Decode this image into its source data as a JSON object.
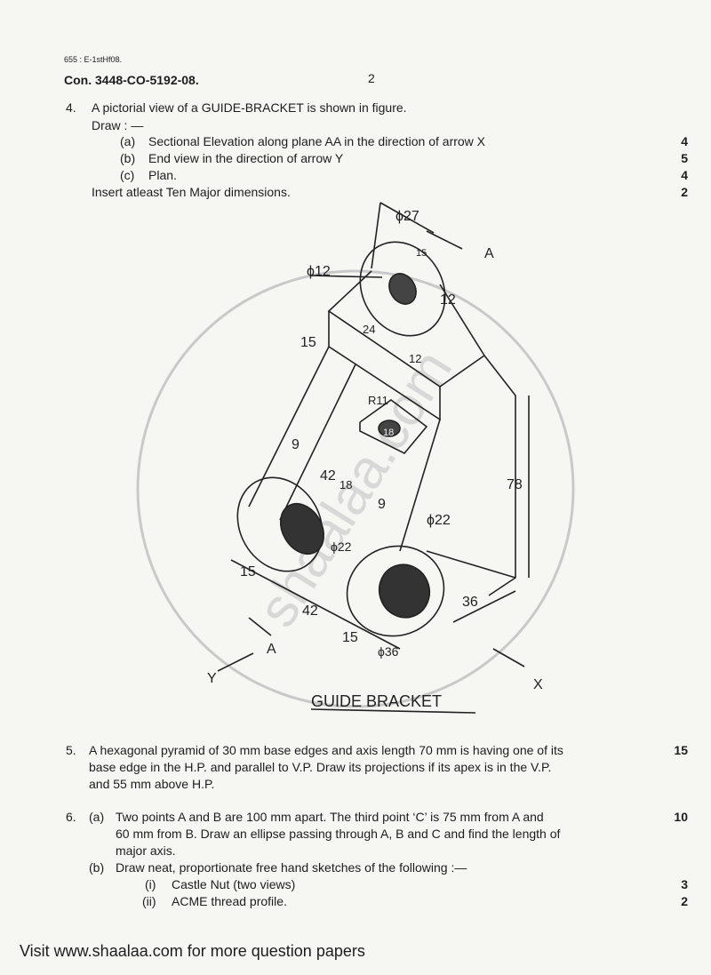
{
  "header": {
    "code": "655 : E-1stHf08.",
    "con": "Con. 3448-CO-5192-08.",
    "page": "2"
  },
  "q4": {
    "num": "4.",
    "text": "A pictorial view of a GUIDE-BRACKET is shown in figure.",
    "draw": "Draw : —",
    "parts": [
      {
        "label": "(a)",
        "text": "Sectional Elevation along plane AA in the direction of arrow X",
        "marks": "4"
      },
      {
        "label": "(b)",
        "text": "End view in the direction of arrow Y",
        "marks": "5"
      },
      {
        "label": "(c)",
        "text": "Plan.",
        "marks": "4"
      }
    ],
    "insert": "Insert atleast Ten Major dimensions.",
    "insert_marks": "2"
  },
  "figure": {
    "caption": "GUIDE BRACKET",
    "labels": {
      "d27": "ϕ27",
      "d12": "ϕ12",
      "n15a": "15",
      "n12a": "12",
      "n24": "24",
      "n15b": "15",
      "n12b": "12",
      "r11": "R11",
      "n18a": "18",
      "n9a": "9",
      "n42a": "42",
      "n18b": "18",
      "n9b": "9",
      "n78": "78",
      "d22a": "ϕ22",
      "d22b": "ϕ22",
      "n36": "36",
      "n15c": "15",
      "n42b": "42",
      "n15d": "15",
      "d36": "ϕ36",
      "A1": "A",
      "A2": "A",
      "X": "X",
      "Y": "Y"
    }
  },
  "q5": {
    "num": "5.",
    "lines": [
      "A hexagonal pyramid of 30 mm base edges and axis length 70 mm is having one of its",
      "base edge in the H.P. and parallel to V.P.  Draw its projections if its apex is in the V.P.",
      "and 55 mm above H.P."
    ],
    "marks": "15"
  },
  "q6": {
    "num": "6.",
    "a_label": "(a)",
    "a_lines": [
      "Two points A and B are 100 mm apart.  The third point ‘C’ is 75 mm from A and",
      "60 mm from B.  Draw an ellipse passing through A, B and C and find the length of",
      "major axis."
    ],
    "a_marks": "10",
    "b_label": "(b)",
    "b_text": "Draw neat, proportionate free hand sketches of the following :—",
    "b_items": [
      {
        "label": "(i)",
        "text": "Castle Nut (two views)",
        "marks": "3"
      },
      {
        "label": "(ii)",
        "text": "ACME thread profile.",
        "marks": "2"
      }
    ]
  },
  "watermark": "shaalaa.com",
  "footer": "Visit www.shaalaa.com for more question papers"
}
